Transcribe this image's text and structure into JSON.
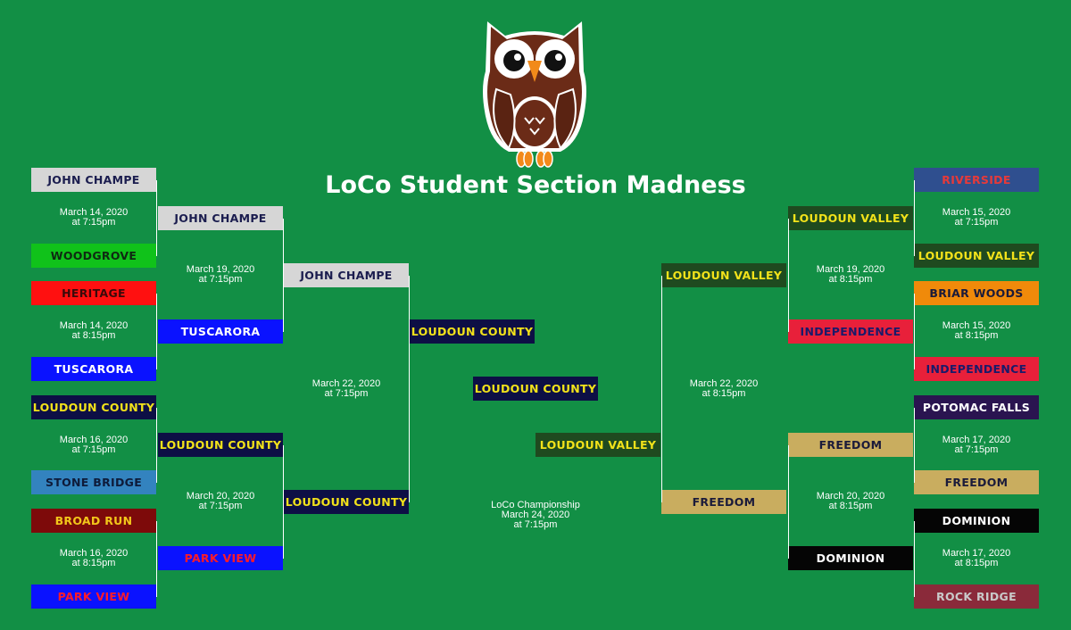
{
  "title": "LoCo Student Section Madness",
  "colors": {
    "background": "#128f45",
    "john_champe": {
      "bg": "#d6d6d6",
      "fg": "#1b1d4f"
    },
    "woodgrove": {
      "bg": "#10c21a",
      "fg": "#0f2a12"
    },
    "heritage": {
      "bg": "#ff1010",
      "fg": "#3a0a0a"
    },
    "tuscarora": {
      "bg": "#0a12ff",
      "fg": "#ffffff"
    },
    "loudoun_county": {
      "bg": "#0d0f45",
      "fg": "#f2e21a"
    },
    "stone_bridge": {
      "bg": "#3383bf",
      "fg": "#0e1b3a"
    },
    "broad_run": {
      "bg": "#7d0a0a",
      "fg": "#f2c61a"
    },
    "park_view": {
      "bg": "#0a12ff",
      "fg": "#ff1a2a"
    },
    "riverside": {
      "bg": "#2f4f8f",
      "fg": "#e63a3a"
    },
    "loudoun_valley": {
      "bg": "#1f4a1f",
      "fg": "#f2e21a"
    },
    "briar_woods": {
      "bg": "#f08a0a",
      "fg": "#1a1a3a"
    },
    "independence": {
      "bg": "#e8203a",
      "fg": "#1a1a6a"
    },
    "potomac_falls": {
      "bg": "#2a1450",
      "fg": "#ffffff"
    },
    "freedom": {
      "bg": "#c9ad5f",
      "fg": "#1b1b3a"
    },
    "dominion": {
      "bg": "#050505",
      "fg": "#ffffff"
    },
    "rock_ridge": {
      "bg": "#8a2a3a",
      "fg": "#c9c9c9"
    }
  },
  "left": {
    "round1": [
      {
        "top": "JOHN CHAMPE",
        "top_key": "john_champe",
        "bottom": "WOODGROVE",
        "bottom_key": "woodgrove",
        "date": "March 14, 2020",
        "time": "at 7:15pm"
      },
      {
        "top": "HERITAGE",
        "top_key": "heritage",
        "bottom": "TUSCARORA",
        "bottom_key": "tuscarora",
        "date": "March 14, 2020",
        "time": "at 8:15pm"
      },
      {
        "top": "LOUDOUN COUNTY",
        "top_key": "loudoun_county",
        "bottom": "STONE BRIDGE",
        "bottom_key": "stone_bridge",
        "date": "March 16, 2020",
        "time": "at 7:15pm"
      },
      {
        "top": "BROAD RUN",
        "top_key": "broad_run",
        "bottom": "PARK VIEW",
        "bottom_key": "park_view",
        "date": "March 16, 2020",
        "time": "at 8:15pm"
      }
    ],
    "round2": [
      {
        "top": "JOHN CHAMPE",
        "top_key": "john_champe",
        "bottom": "TUSCARORA",
        "bottom_key": "tuscarora",
        "date": "March 19, 2020",
        "time": "at 7:15pm"
      },
      {
        "top": "LOUDOUN COUNTY",
        "top_key": "loudoun_county",
        "bottom": "PARK VIEW",
        "bottom_key": "park_view",
        "date": "March 20, 2020",
        "time": "at 7:15pm"
      }
    ],
    "round3": {
      "top": "JOHN CHAMPE",
      "top_key": "john_champe",
      "bottom": "LOUDOUN COUNTY",
      "bottom_key": "loudoun_county",
      "date": "March 22, 2020",
      "time": "at 7:15pm"
    },
    "finalist": {
      "name": "LOUDOUN COUNTY",
      "key": "loudoun_county"
    }
  },
  "right": {
    "round1": [
      {
        "top": "RIVERSIDE",
        "top_key": "riverside",
        "bottom": "LOUDOUN VALLEY",
        "bottom_key": "loudoun_valley",
        "date": "March 15, 2020",
        "time": "at 7:15pm"
      },
      {
        "top": "BRIAR WOODS",
        "top_key": "briar_woods",
        "bottom": "INDEPENDENCE",
        "bottom_key": "independence",
        "date": "March 15, 2020",
        "time": "at 8:15pm"
      },
      {
        "top": "POTOMAC FALLS",
        "top_key": "potomac_falls",
        "bottom": "FREEDOM",
        "bottom_key": "freedom",
        "date": "March 17, 2020",
        "time": "at 7:15pm"
      },
      {
        "top": "DOMINION",
        "top_key": "dominion",
        "bottom": "ROCK RIDGE",
        "bottom_key": "rock_ridge",
        "date": "March 17, 2020",
        "time": "at 8:15pm"
      }
    ],
    "round2": [
      {
        "top": "LOUDOUN VALLEY",
        "top_key": "loudoun_valley",
        "bottom": "INDEPENDENCE",
        "bottom_key": "independence",
        "date": "March 19, 2020",
        "time": "at 8:15pm"
      },
      {
        "top": "FREEDOM",
        "top_key": "freedom",
        "bottom": "DOMINION",
        "bottom_key": "dominion",
        "date": "March 20, 2020",
        "time": "at 8:15pm"
      }
    ],
    "round3": {
      "top": "LOUDOUN VALLEY",
      "top_key": "loudoun_valley",
      "bottom": "FREEDOM",
      "bottom_key": "freedom",
      "date": "March 22, 2020",
      "time": "at 8:15pm"
    },
    "finalist": {
      "name": "LOUDOUN VALLEY",
      "key": "loudoun_valley"
    }
  },
  "championship": {
    "winner": "LOUDOUN COUNTY",
    "winner_key": "loudoun_county",
    "label": "LoCo Championship",
    "date": "March 24, 2020",
    "time": "at 7:15pm"
  },
  "logo": {
    "icon": "owl-mascot-icon"
  }
}
